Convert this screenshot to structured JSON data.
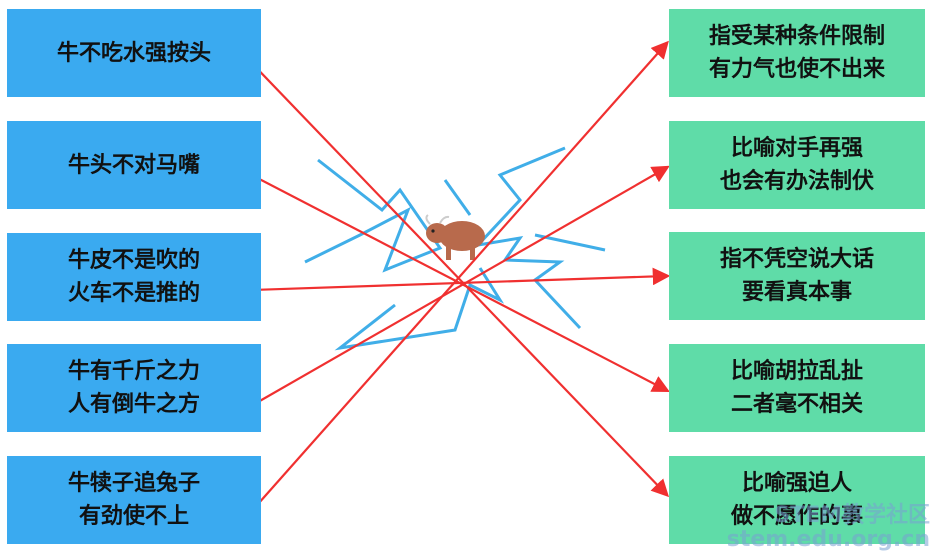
{
  "left_items": [
    {
      "lines": [
        "牛不吃水强按头"
      ]
    },
    {
      "lines": [
        "牛头不对马嘴"
      ]
    },
    {
      "lines": [
        "牛皮不是吹的",
        "火车不是推的"
      ]
    },
    {
      "lines": [
        "牛有千斤之力",
        "人有倒牛之方"
      ]
    },
    {
      "lines": [
        "牛犊子追兔子",
        "有劲使不上"
      ]
    }
  ],
  "right_items": [
    {
      "lines": [
        "指受某种条件限制",
        "有力气也使不出来"
      ]
    },
    {
      "lines": [
        "比喻对手再强",
        "也会有办法制伏"
      ]
    },
    {
      "lines": [
        "指不凭空说大话",
        "要看真本事"
      ]
    },
    {
      "lines": [
        "比喻胡拉乱扯",
        "二者毫不相关"
      ]
    },
    {
      "lines": [
        "比喻强迫人",
        "做不愿作的事"
      ]
    }
  ],
  "matches": [
    [
      0,
      4
    ],
    [
      1,
      3
    ],
    [
      2,
      2
    ],
    [
      3,
      1
    ],
    [
      4,
      0
    ]
  ],
  "colors": {
    "left_box": "#3aaaf0",
    "right_box": "#5fdca8",
    "line": "#f03030",
    "lightning": "#40aee8",
    "bull": "#b86a4c"
  },
  "center_icon": "bull-icon",
  "watermark": [
    "STEM教学社区",
    "stem.edu.org.cn"
  ]
}
